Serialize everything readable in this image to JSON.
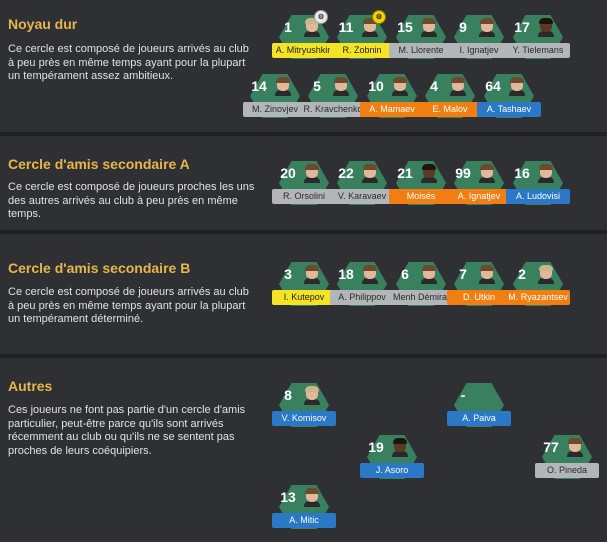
{
  "sections": [
    {
      "title": "Noyau dur",
      "desc": "Ce cercle est composé de joueurs arrivés au club à peu près en même temps ayant pour la plupart un tempérament assez ambitieux.",
      "players": [
        {
          "num": "1",
          "name": "A. Mitryushkin",
          "tag": "yellow",
          "badge": "grey",
          "face": "blond"
        },
        {
          "num": "11",
          "name": "R. Zobnin",
          "tag": "yellow",
          "badge": "yellow",
          "face": "normal"
        },
        {
          "num": "15",
          "name": "M. Llorente",
          "tag": "grey",
          "face": "normal"
        },
        {
          "num": "9",
          "name": "I. Ignatjev",
          "tag": "grey",
          "face": "normal"
        },
        {
          "num": "17",
          "name": "Y. Tielemans",
          "tag": "grey",
          "face": "dark"
        },
        {
          "num": "14",
          "name": "M. Zinovjev",
          "tag": "grey",
          "face": "normal"
        },
        {
          "num": "5",
          "name": "R. Kravchenko",
          "tag": "grey",
          "face": "normal"
        },
        {
          "num": "10",
          "name": "A. Mamaev",
          "tag": "orange",
          "face": "normal"
        },
        {
          "num": "4",
          "name": "E. Malov",
          "tag": "orange",
          "face": "normal"
        },
        {
          "num": "64",
          "name": "A. Tashaev",
          "tag": "blue",
          "face": "normal"
        }
      ]
    },
    {
      "title": "Cercle d'amis secondaire A",
      "desc": "Ce cercle est composé de joueurs proches les uns des autres arrivés au club à peu près en même temps.",
      "players": [
        {
          "num": "20",
          "name": "R. Orsolini",
          "tag": "grey",
          "face": "normal"
        },
        {
          "num": "22",
          "name": "V. Karavaev",
          "tag": "grey",
          "face": "normal"
        },
        {
          "num": "21",
          "name": "Moisés",
          "tag": "orange",
          "face": "dark"
        },
        {
          "num": "99",
          "name": "A. Ignatjev",
          "tag": "orange",
          "face": "normal"
        },
        {
          "num": "16",
          "name": "A. Ludovisi",
          "tag": "blue",
          "face": "normal"
        }
      ]
    },
    {
      "title": "Cercle d'amis secondaire B",
      "desc": "Ce cercle est composé de joueurs arrivés au club à peu près en même temps ayant pour la plupart un tempérament déterminé.",
      "players": [
        {
          "num": "3",
          "name": "I. Kutepov",
          "tag": "yellow",
          "face": "normal"
        },
        {
          "num": "18",
          "name": "A. Philippov",
          "tag": "grey",
          "face": "normal"
        },
        {
          "num": "6",
          "name": "Menh Démiral",
          "tag": "grey",
          "face": "normal"
        },
        {
          "num": "7",
          "name": "D. Utkin",
          "tag": "orange",
          "face": "normal"
        },
        {
          "num": "2",
          "name": "M. Ryazantsev",
          "tag": "orange",
          "face": "blond"
        }
      ]
    },
    {
      "title": "Autres",
      "desc": "Ces joueurs ne font pas partie d'un cercle d'amis particulier, peut-être parce qu'ils sont arrivés récemment au club ou qu'ils ne se sentent pas proches de leurs coéquipiers.",
      "players": [
        {
          "num": "8",
          "name": "V. Komisov",
          "tag": "blue",
          "face": "blond"
        },
        {
          "num": "-",
          "name": "A. Paiva",
          "tag": "blue",
          "face": "none"
        },
        {
          "num": "19",
          "name": "J. Asoro",
          "tag": "blue",
          "face": "dark"
        },
        {
          "num": "77",
          "name": "O. Pineda",
          "tag": "grey",
          "face": "normal"
        },
        {
          "num": "13",
          "name": "A. Mitic",
          "tag": "blue",
          "face": "normal"
        }
      ]
    }
  ],
  "colors": {
    "tag_yellow": "#f5e326",
    "tag_grey": "#b3b6b8",
    "tag_orange": "#f07e12",
    "tag_blue": "#2a78c6",
    "hex_green": "#39805f",
    "title_gold": "#e8b64a"
  }
}
